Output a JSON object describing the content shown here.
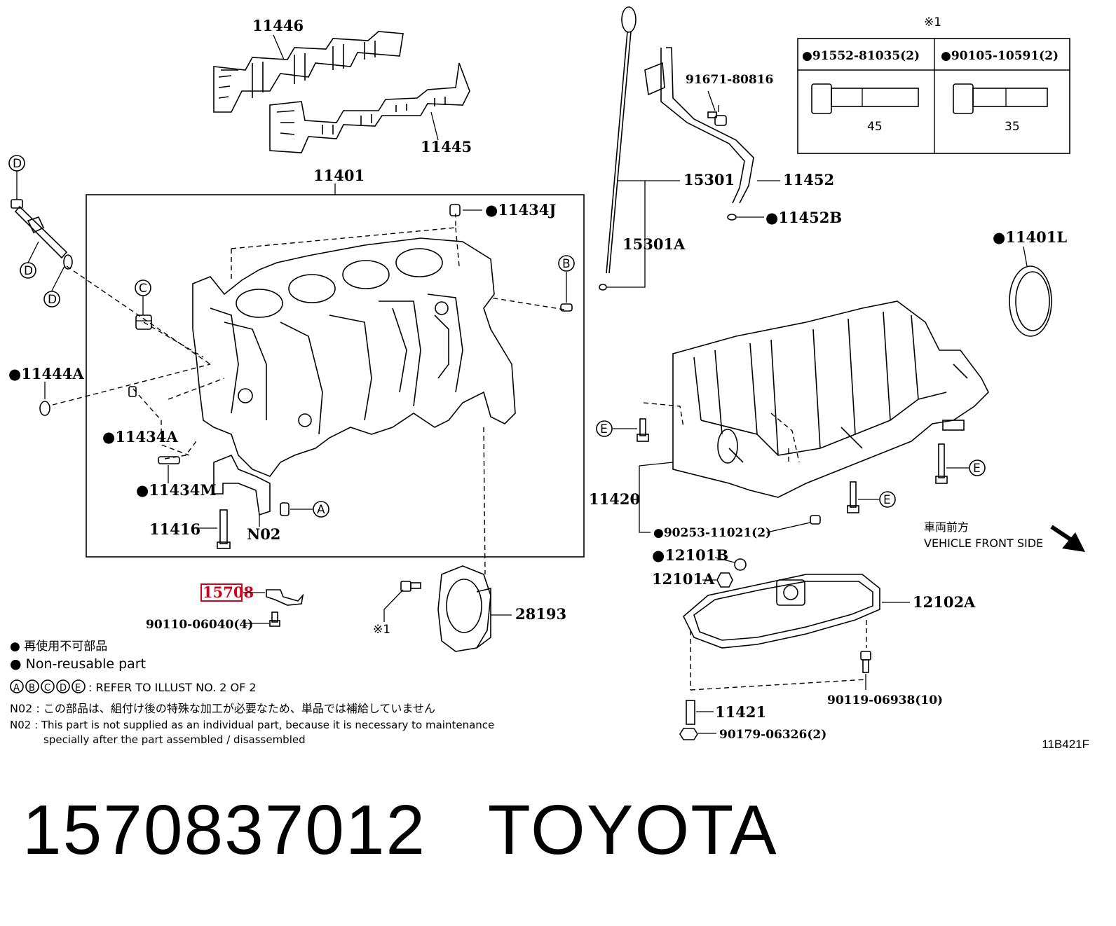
{
  "labels": {
    "p11446": "11446",
    "p11445": "11445",
    "p11401": "11401",
    "p11434J": "●11434J",
    "p11444A": "●11444A",
    "p11434A": "●11434A",
    "p11434M": "●11434M",
    "p11416": "11416",
    "pN02": "N02",
    "p15708": "15708",
    "p90110": "90110-06040(4)",
    "p28193": "28193",
    "pStar1": "※1",
    "p15301": "15301",
    "p15301A": "15301A",
    "p91671": "91671-80816",
    "p11452": "11452",
    "p11452B": "●11452B",
    "p11401L": "●11401L",
    "p11420": "11420",
    "p90253": "●90253-11021(2)",
    "p12101B": "●12101B",
    "p12101A": "12101A",
    "p12102A": "12102A",
    "p11421": "11421",
    "p90179": "90179-06326(2)",
    "p90119": "90119-06938(10)"
  },
  "callouts": {
    "a": "A",
    "b": "B",
    "c": "C",
    "d": "D",
    "e": "E"
  },
  "bolt_table": {
    "header_mark": "※1",
    "col1_part": "●91552-81035(2)",
    "col2_part": "●90105-10591(2)",
    "col1_len": "45",
    "col2_len": "35"
  },
  "front": {
    "jp": "車両前方",
    "en": "VEHICLE FRONT SIDE"
  },
  "legend": {
    "nonreuse_jp": "● 再使用不可部品",
    "nonreuse_en": "● Non-reusable part",
    "refer_circles": "ABCDE",
    "refer_text": ": REFER TO ILLUST NO. 2 OF 2",
    "n02_jp": "N02 : この部品は、組付け後の特殊な加工が必要なため、単品では補給していません",
    "n02_en1": "N02 : This part is not supplied as an individual part, because it is necessary to maintenance",
    "n02_en2": "specially after the part assembled / disassembled"
  },
  "illust_code": "11B421F",
  "caption": "1570837012   TOYOTA",
  "colors": {
    "highlight": "#d0021b",
    "ink": "#000000",
    "background": "#ffffff"
  }
}
